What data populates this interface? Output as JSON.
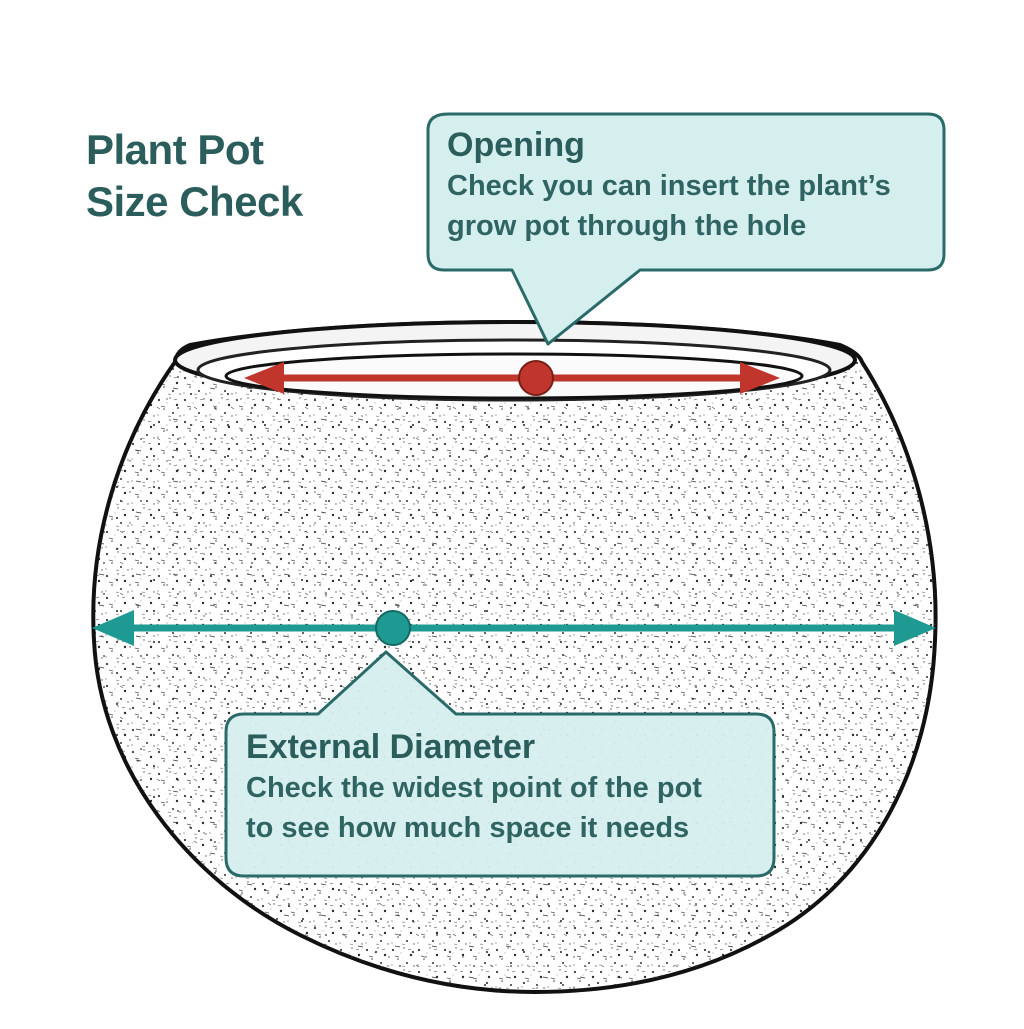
{
  "title": {
    "line1": "Plant Pot",
    "line2": "Size Check"
  },
  "opening": {
    "heading": "Opening",
    "body_line1": "Check you can insert the plant’s",
    "body_line2": "grow pot through the hole"
  },
  "external_diameter": {
    "heading": "External Diameter",
    "body_line1": "Check the widest point of the pot",
    "body_line2": "to see how much space it needs"
  },
  "colors": {
    "title_text": "#2a5d5b",
    "callout_fill": "#d5eeee",
    "callout_stroke": "#2a6b69",
    "opening_arrow": "#c0362c",
    "diameter_arrow": "#1f9a93",
    "pot_outline": "#111111"
  }
}
